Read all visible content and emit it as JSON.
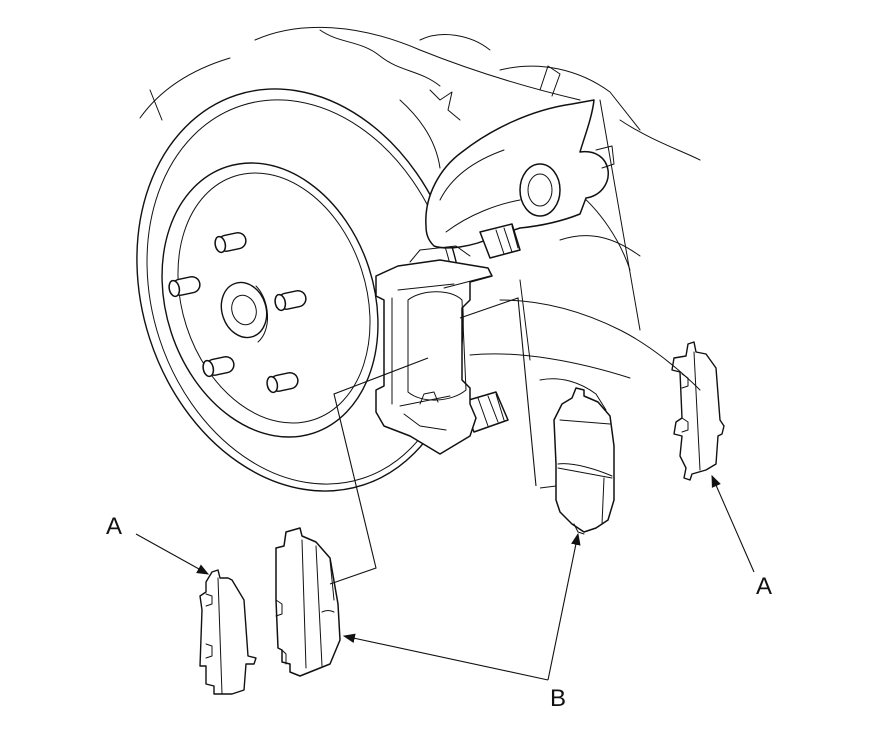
{
  "callouts": {
    "a_left": "A",
    "a_right": "A",
    "b": "B"
  }
}
